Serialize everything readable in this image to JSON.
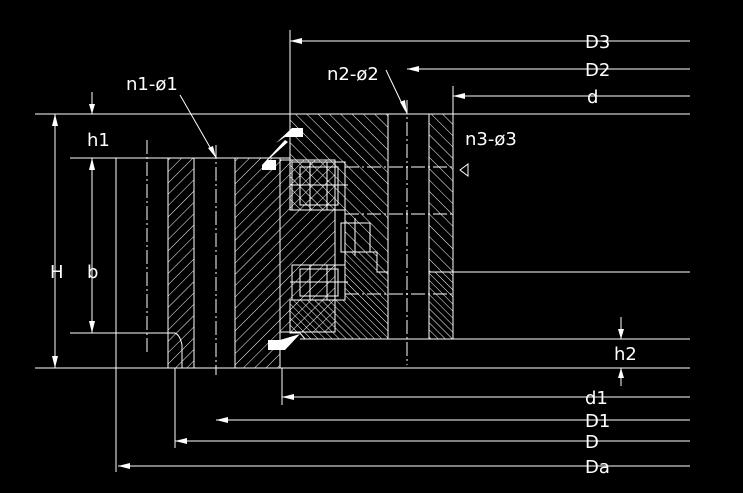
{
  "labels": {
    "n1": "n1-ø1",
    "n2": "n2-ø2",
    "n3": "n3-ø3",
    "h1": "h1",
    "H": "H",
    "b": "b",
    "h2": "h2",
    "D3": "D3",
    "D2": "D2",
    "d": "d",
    "d1": "d1",
    "D1": "D1",
    "D": "D",
    "Da": "Da"
  },
  "colors": {
    "background": "#000000",
    "lines": "#ffffff"
  }
}
